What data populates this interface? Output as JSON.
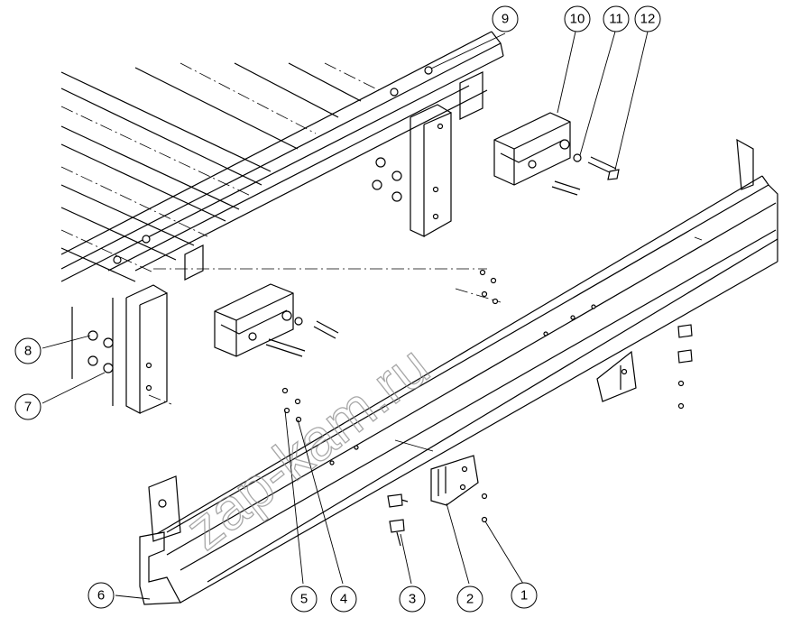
{
  "diagram": {
    "callouts": [
      {
        "label": "1"
      },
      {
        "label": "2"
      },
      {
        "label": "3"
      },
      {
        "label": "4"
      },
      {
        "label": "5"
      },
      {
        "label": "6"
      },
      {
        "label": "7"
      },
      {
        "label": "8"
      },
      {
        "label": "9"
      },
      {
        "label": "10"
      },
      {
        "label": "11"
      },
      {
        "label": "12"
      }
    ],
    "watermark": "zap-kam.ru"
  }
}
